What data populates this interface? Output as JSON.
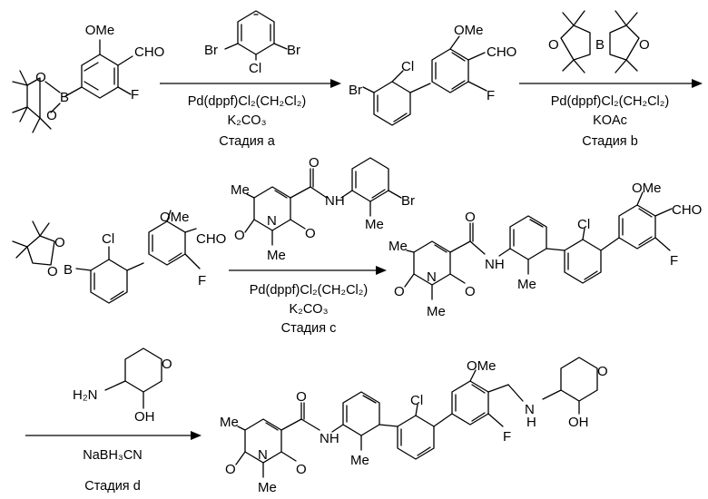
{
  "steps": [
    {
      "reagent_text": [
        "Pd(dppf)Cl₂(CH₂Cl₂)",
        "K₂CO₃",
        "Стадия a"
      ]
    },
    {
      "reagent_text": [
        "Pd(dppf)Cl₂(CH₂Cl₂)",
        "KOAc",
        "Стадия b"
      ]
    },
    {
      "reagent_text": [
        "Pd(dppf)Cl₂(CH₂Cl₂)",
        "K₂CO₃",
        "Стадия c"
      ]
    },
    {
      "reagent_text": [
        "NaBH₃CN",
        "Стадия d"
      ]
    }
  ],
  "atom_labels": {
    "ome": "OMe",
    "cho": "CHO",
    "f": "F",
    "cl": "Cl",
    "br": "Br",
    "b": "B",
    "o": "O",
    "me": "Me",
    "n": "N",
    "nh": "NH",
    "h2n": "H₂N",
    "oh": "OH"
  }
}
